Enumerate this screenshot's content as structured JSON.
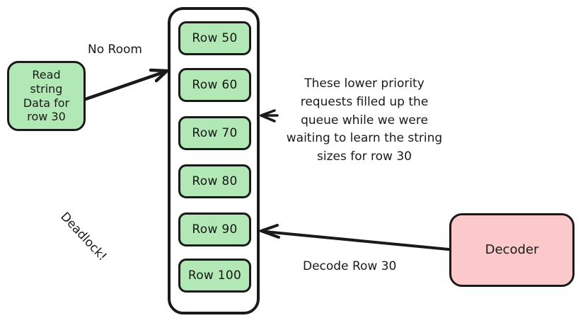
{
  "diagram": {
    "title": "Queue deadlock diagram",
    "background_color": "#ffffff",
    "stroke_color": "#1a1a1a",
    "colors": {
      "request_fill": "#b2e8b5",
      "decoder_fill": "#fcc9ca",
      "outline": "#1a1a1a",
      "text": "#1a1a1a"
    },
    "read_request": {
      "label": "Read\nstring\nData for\nrow 30",
      "fill": "#b2e8b5"
    },
    "queue": {
      "name": "request-queue",
      "items": [
        {
          "label": "Row 50"
        },
        {
          "label": "Row 60"
        },
        {
          "label": "Row 70"
        },
        {
          "label": "Row 80"
        },
        {
          "label": "Row 90"
        },
        {
          "label": "Row 100"
        }
      ]
    },
    "decoder": {
      "label": "Decoder",
      "fill": "#fcc9ca"
    },
    "edges": [
      {
        "name": "read-to-queue",
        "label": "No Room"
      },
      {
        "name": "decoder-to-queue",
        "label": "Decode Row 30"
      }
    ],
    "annotations": {
      "deadlock": "Deadlock!",
      "queue_note": "These lower priority requests filled up the queue while we were waiting to learn the string sizes for row 30"
    }
  }
}
